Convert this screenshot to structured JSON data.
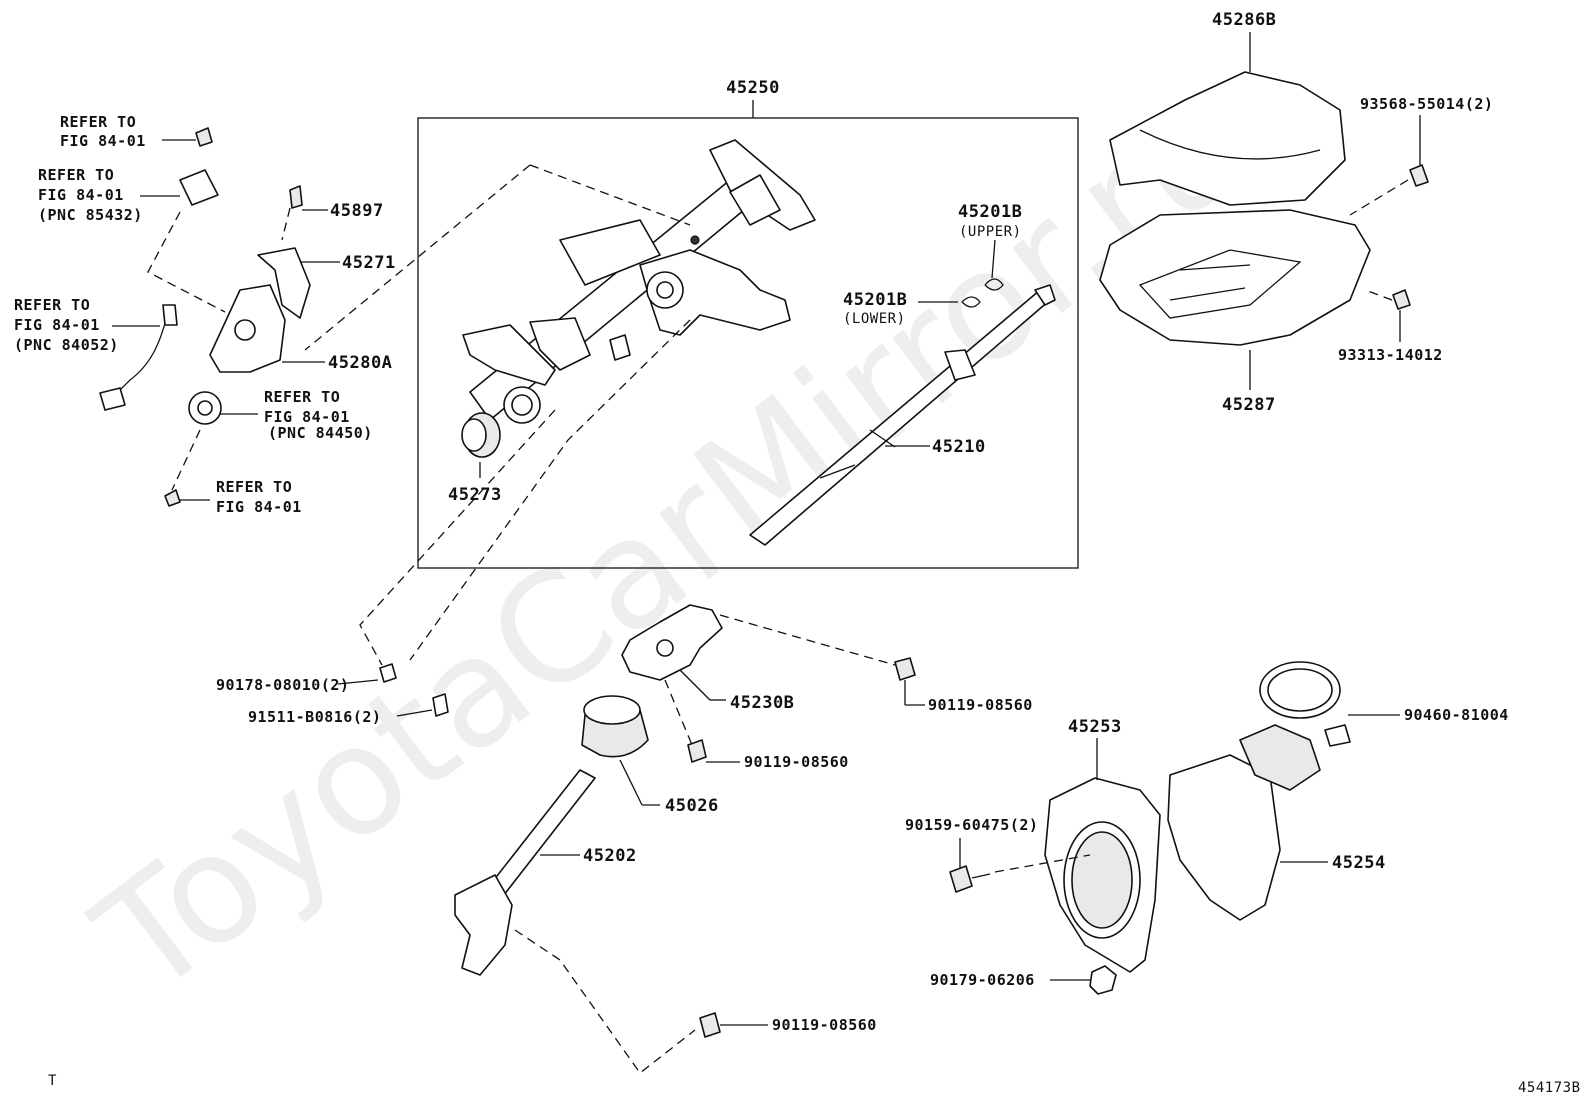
{
  "watermark": "ToyotaCarMirror.ru",
  "figure_code": "454173B",
  "corner_mark": "T",
  "assembly": {
    "number": "45250"
  },
  "parts": {
    "p45286B": "45286B",
    "p93568": "93568-55014(2)",
    "p93313": "93313-14012",
    "p45287": "45287",
    "p45897": "45897",
    "p45271": "45271",
    "p45280A": "45280A",
    "p45273": "45273",
    "p45201B_upper": "45201B",
    "upper": "(UPPER)",
    "p45201B_lower": "45201B",
    "lower": "(LOWER)",
    "p45210": "45210",
    "p90178": "90178-08010(2)",
    "p91511": "91511-B0816(2)",
    "p45230B": "45230B",
    "p90119_a": "90119-08560",
    "p90119_b": "90119-08560",
    "p90119_c": "90119-08560",
    "p45026": "45026",
    "p45202": "45202",
    "p45253": "45253",
    "p90460": "90460-81004",
    "p90159": "90159-60475(2)",
    "p45254": "45254",
    "p90179": "90179-06206"
  },
  "refs": {
    "r1_a": "REFER TO",
    "r1_b": "FIG 84-01",
    "r2_a": "REFER TO",
    "r2_b": "FIG 84-01",
    "r2_c": "(PNC 85432)",
    "r3_a": "REFER TO",
    "r3_b": "FIG 84-01",
    "r3_c": "(PNC 84052)",
    "r4_a": "REFER TO",
    "r4_b": "FIG 84-01",
    "r4_c": "(PNC 84450)",
    "r5_a": "REFER TO",
    "r5_b": "FIG 84-01"
  }
}
